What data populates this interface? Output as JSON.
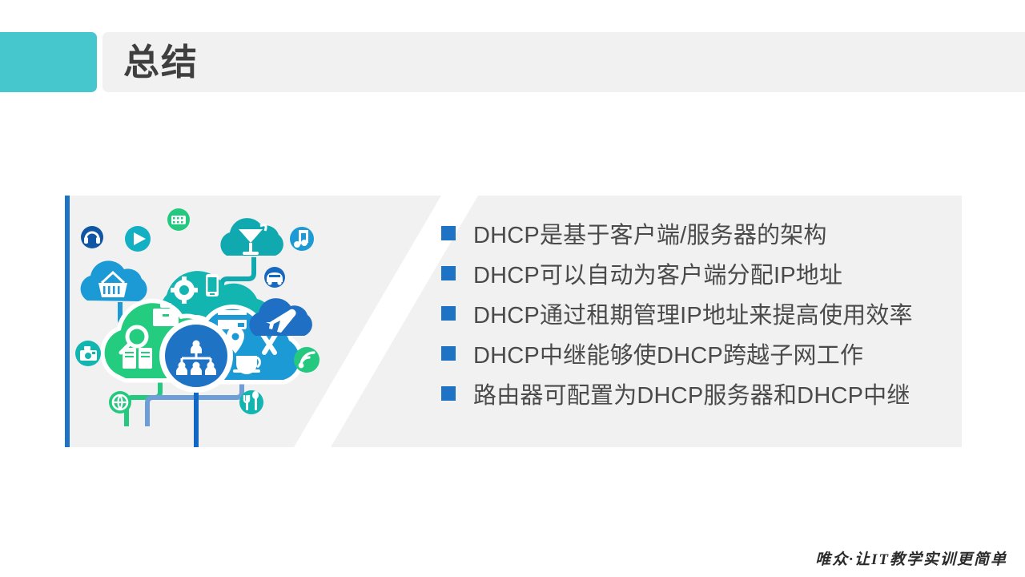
{
  "slide": {
    "title": "总结",
    "background_color": "#ffffff"
  },
  "header": {
    "title": "总结",
    "accent_color": "#45c7cd",
    "band_color": "#f1f1f1",
    "title_color": "#3f3f3f"
  },
  "panel": {
    "background_color": "#f1f1f1",
    "left_bar_color": "#1f73c4",
    "divider": "diagonal-white-stripe"
  },
  "bullets": {
    "marker_color": "#1f73c4",
    "text_color": "#4a4a4a",
    "items": [
      {
        "text": "DHCP是基于客户端/服务器的架构"
      },
      {
        "text": "DHCP可以自动为客户端分配IP地址"
      },
      {
        "text": "DHCP通过租期管理IP地址来提高使用效率"
      },
      {
        "text": "DHCP中继能够使DHCP跨越子网工作"
      },
      {
        "text": "路由器可配置为DHCP服务器和DHCP中继"
      }
    ]
  },
  "illustration": {
    "name": "cloud-computing-services-illustration",
    "colors": {
      "teal_cloud": "#13b5b1",
      "green_cloud": "#23cc7f",
      "blue_cloud": "#1b9ad6",
      "dark_blue_circle": "#1f73c4",
      "accent_green": "#24c97f",
      "accent_blue": "#1379c8"
    },
    "icons": [
      {
        "name": "headphones-icon",
        "color": "#1155a5"
      },
      {
        "name": "play-button-icon",
        "color": "#13b0c4"
      },
      {
        "name": "film-strip-icon",
        "color": "#24c97f"
      },
      {
        "name": "cocktail-cloud-icon",
        "color": "#11a9b0"
      },
      {
        "name": "music-note-icon",
        "color": "#1b9ad6"
      },
      {
        "name": "shopping-basket-cloud-icon",
        "color": "#1b9ad6"
      },
      {
        "name": "car-icon",
        "color": "#1769c0"
      },
      {
        "name": "airplane-cloud-icon",
        "color": "#1f6fc4"
      },
      {
        "name": "camera-icon",
        "color": "#13b5b1"
      },
      {
        "name": "wifi-signal-icon",
        "color": "#24c97f"
      },
      {
        "name": "globe-icon",
        "color": "#24c97f"
      },
      {
        "name": "cutlery-icon",
        "color": "#13b5b1"
      },
      {
        "name": "gear-icon",
        "color": "#ffffff"
      },
      {
        "name": "smartphone-icon",
        "color": "#ffffff"
      },
      {
        "name": "chat-bubble-icon",
        "color": "#ffffff"
      },
      {
        "name": "briefcase-icon",
        "color": "#ffffff"
      },
      {
        "name": "search-magnifier-icon",
        "color": "#ffffff"
      },
      {
        "name": "books-icon",
        "color": "#ffffff"
      },
      {
        "name": "credit-card-icon",
        "color": "#ffffff"
      },
      {
        "name": "map-pin-icon",
        "color": "#ffffff"
      },
      {
        "name": "wrench-icon",
        "color": "#ffffff"
      },
      {
        "name": "coffee-cup-icon",
        "color": "#ffffff"
      },
      {
        "name": "network-share-icon",
        "color": "#ffffff"
      }
    ]
  },
  "footer": {
    "watermark": "唯众·让IT教学实训更简单"
  }
}
